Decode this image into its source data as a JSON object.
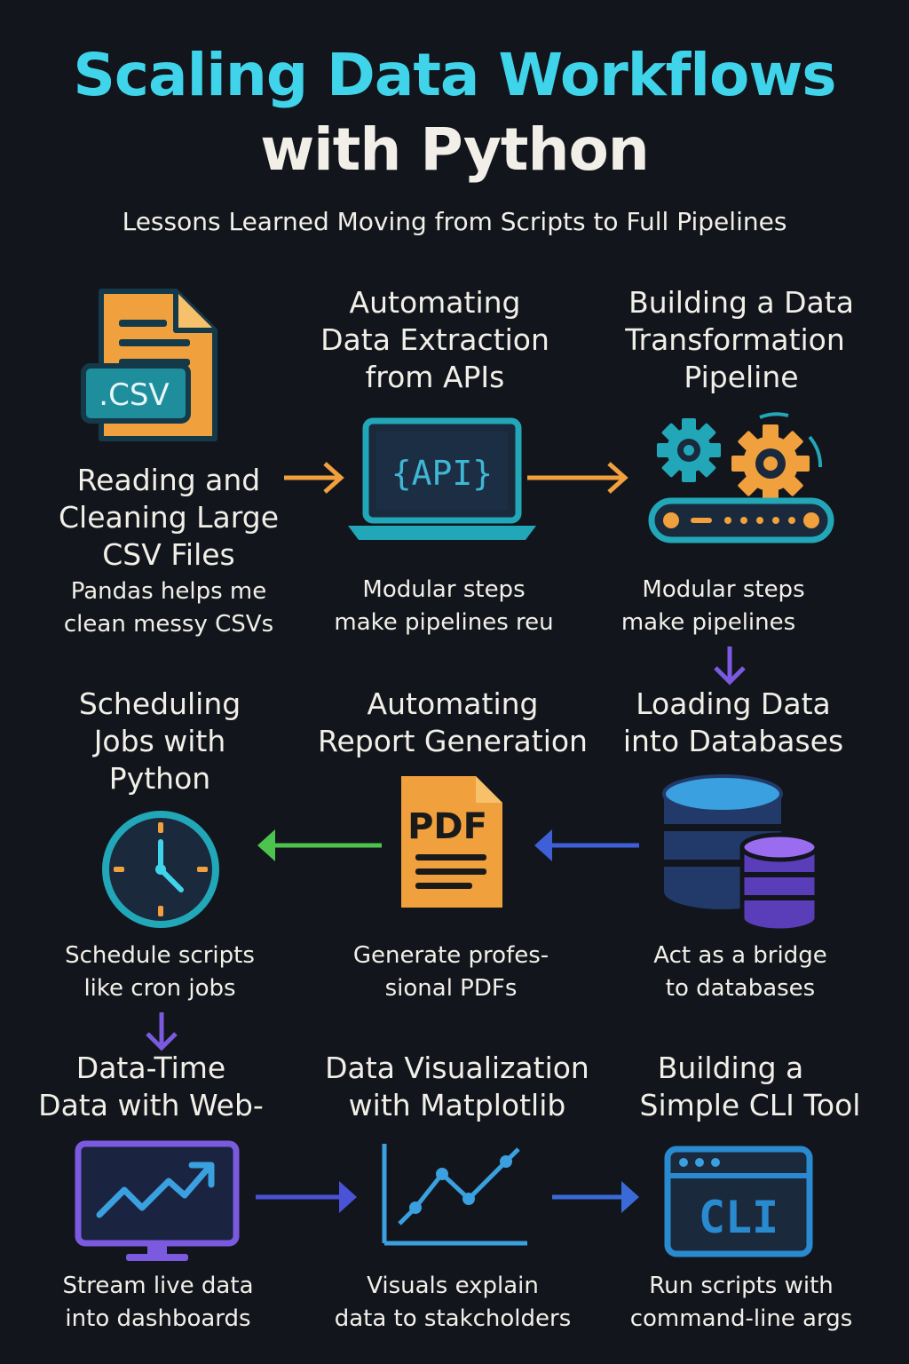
{
  "header": {
    "title_line1": "Scaling Data Workflows",
    "title_line2": "with Python",
    "subtitle": "Lessons Learned Moving from Scripts to Full Pipelines"
  },
  "steps": {
    "csv": {
      "title_lines": [
        "Reading and",
        "Cleaning Large",
        "CSV Files"
      ],
      "caption_lines": [
        "Pandas helps me",
        "clean messy CSVs"
      ],
      "icon_text": ".CSV",
      "icon": "csv-file-icon"
    },
    "api": {
      "title_lines": [
        "Automating",
        "Data Extraction",
        "from APIs"
      ],
      "caption_lines": [
        "Modular steps",
        "make pipelines reu"
      ],
      "icon_text": "{API}",
      "icon": "laptop-api-icon"
    },
    "transform": {
      "title_lines": [
        "Building a Data",
        "Transformation",
        "Pipeline"
      ],
      "caption_lines": [
        "Modular steps",
        "make pipelines"
      ],
      "icon": "gears-conveyor-icon"
    },
    "database": {
      "title_lines": [
        "Loading Data",
        "into Databases"
      ],
      "caption_lines": [
        "Act as a bridge",
        "to databases"
      ],
      "icon": "database-icon"
    },
    "report": {
      "title_lines": [
        "Automating",
        "Report Generation"
      ],
      "caption_lines": [
        "Generate profes-",
        "sional PDFs"
      ],
      "icon_text": "PDF",
      "icon": "pdf-document-icon"
    },
    "schedule": {
      "title_lines": [
        "Scheduling",
        "Jobs with",
        "Python"
      ],
      "caption_lines": [
        "Schedule scripts",
        "like cron jobs"
      ],
      "icon": "clock-icon"
    },
    "realtime": {
      "title_lines": [
        "Data-Time",
        "Data with Web-"
      ],
      "caption_lines": [
        "Stream live data",
        "into dashboards"
      ],
      "icon": "monitor-chart-icon"
    },
    "visualization": {
      "title_lines": [
        "Data Visualization",
        "with Matplotlib"
      ],
      "caption_lines": [
        "Visuals explain",
        "data to stakcholders"
      ],
      "icon": "line-chart-icon"
    },
    "cli": {
      "title_lines": [
        "Building a",
        "Simple CLI Tool"
      ],
      "caption_lines": [
        "Run scripts with",
        "command-line args"
      ],
      "icon_text": "CLI",
      "icon": "cli-window-icon"
    }
  },
  "colors": {
    "background": "#12161c",
    "title_accent": "#3fd4ea",
    "text": "#f2efe8",
    "orange": "#f0a03c",
    "teal": "#22a7b8",
    "blue": "#3f5fd8",
    "purple": "#7b5ae0",
    "green": "#4ec24e"
  }
}
